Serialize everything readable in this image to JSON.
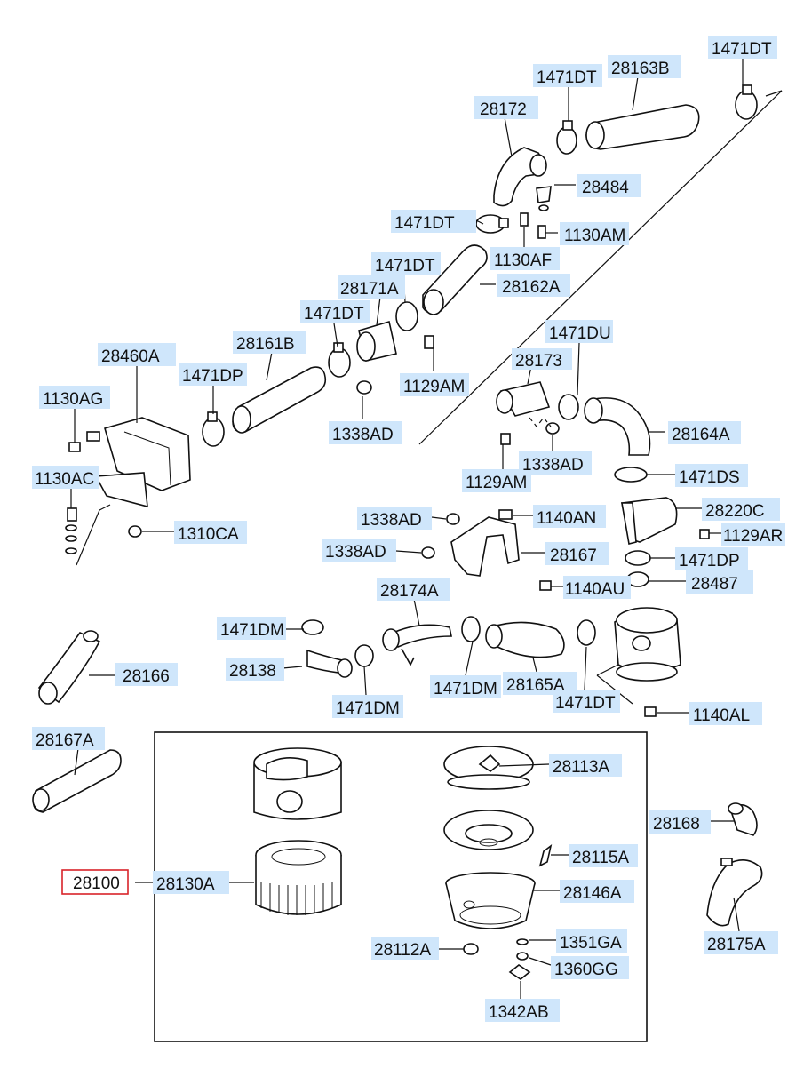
{
  "diagram": {
    "highlighted_part": "28100",
    "labels": {
      "l_1471DT_top": "1471DT",
      "l_28163B": "28163B",
      "l_1471DT_2": "1471DT",
      "l_28172": "28172",
      "l_28484": "28484",
      "l_1471DT_3": "1471DT",
      "l_1130AM": "1130AM",
      "l_1130AF": "1130AF",
      "l_1471DT_4": "1471DT",
      "l_28171A": "28171A",
      "l_28162A": "28162A",
      "l_1471DT_5": "1471DT",
      "l_28161B": "28161B",
      "l_28460A": "28460A",
      "l_1471DP": "1471DP",
      "l_1130AG": "1130AG",
      "l_1129AM_1": "1129AM",
      "l_1338AD_1": "1338AD",
      "l_1471DU": "1471DU",
      "l_28173": "28173",
      "l_28164A": "28164A",
      "l_1129AM_2": "1129AM",
      "l_1338AD_2": "1338AD",
      "l_1130AC": "1130AC",
      "l_1310CA": "1310CA",
      "l_1471DS": "1471DS",
      "l_28220C": "28220C",
      "l_1338AD_3": "1338AD",
      "l_1140AN": "1140AN",
      "l_1129AR": "1129AR",
      "l_1338AD_4": "1338AD",
      "l_28167": "28167",
      "l_1471DP_2": "1471DP",
      "l_28174A": "28174A",
      "l_1140AU": "1140AU",
      "l_28487": "28487",
      "l_1471DM_1": "1471DM",
      "l_28138": "28138",
      "l_28166": "28166",
      "l_1471DM_2": "1471DM",
      "l_28165A": "28165A",
      "l_1471DM_3": "1471DM",
      "l_1471DT_6": "1471DT",
      "l_1140AL": "1140AL",
      "l_28167A": "28167A",
      "l_28113A": "28113A",
      "l_28168": "28168",
      "l_28115A": "28115A",
      "l_28100": "28100",
      "l_28130A": "28130A",
      "l_28146A": "28146A",
      "l_28175A": "28175A",
      "l_28112A": "28112A",
      "l_1351GA": "1351GA",
      "l_1360GG": "1360GG",
      "l_1342AB": "1342AB"
    }
  }
}
